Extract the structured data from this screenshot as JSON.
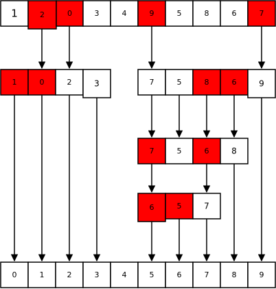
{
  "diagram": {
    "colors": {
      "highlight": "#ff0000",
      "plain": "#ffffff",
      "stroke": "#000000"
    },
    "rows": [
      {
        "id": "input",
        "cells": [
          {
            "label": "1",
            "hl": false
          },
          {
            "label": "2",
            "hl": true
          },
          {
            "label": "0",
            "hl": true
          },
          {
            "label": "3",
            "hl": false
          },
          {
            "label": "4",
            "hl": false
          },
          {
            "label": "9",
            "hl": true
          },
          {
            "label": "5",
            "hl": false
          },
          {
            "label": "8",
            "hl": false
          },
          {
            "label": "6",
            "hl": false
          },
          {
            "label": "7",
            "hl": true
          }
        ]
      },
      {
        "id": "left-partition",
        "cells": [
          {
            "label": "1",
            "hl": true
          },
          {
            "label": "0",
            "hl": true
          },
          {
            "label": "2",
            "hl": false
          },
          {
            "label": "3",
            "hl": false
          }
        ]
      },
      {
        "id": "right-partition",
        "cells": [
          {
            "label": "7",
            "hl": false
          },
          {
            "label": "5",
            "hl": false
          },
          {
            "label": "8",
            "hl": true
          },
          {
            "label": "6",
            "hl": true
          },
          {
            "label": "9",
            "hl": false
          }
        ]
      },
      {
        "id": "level-3",
        "cells": [
          {
            "label": "7",
            "hl": true
          },
          {
            "label": "5",
            "hl": false
          },
          {
            "label": "6",
            "hl": true
          },
          {
            "label": "8",
            "hl": false
          }
        ]
      },
      {
        "id": "level-4",
        "cells": [
          {
            "label": "6",
            "hl": true
          },
          {
            "label": "5",
            "hl": true
          },
          {
            "label": "7",
            "hl": false
          }
        ]
      },
      {
        "id": "output",
        "cells": [
          {
            "label": "0",
            "hl": false
          },
          {
            "label": "1",
            "hl": false
          },
          {
            "label": "2",
            "hl": false
          },
          {
            "label": "3",
            "hl": false
          },
          {
            "label": "4",
            "hl": false
          },
          {
            "label": "5",
            "hl": false
          },
          {
            "label": "6",
            "hl": false
          },
          {
            "label": "7",
            "hl": false
          },
          {
            "label": "8",
            "hl": false
          },
          {
            "label": "9",
            "hl": false
          }
        ]
      }
    ]
  }
}
